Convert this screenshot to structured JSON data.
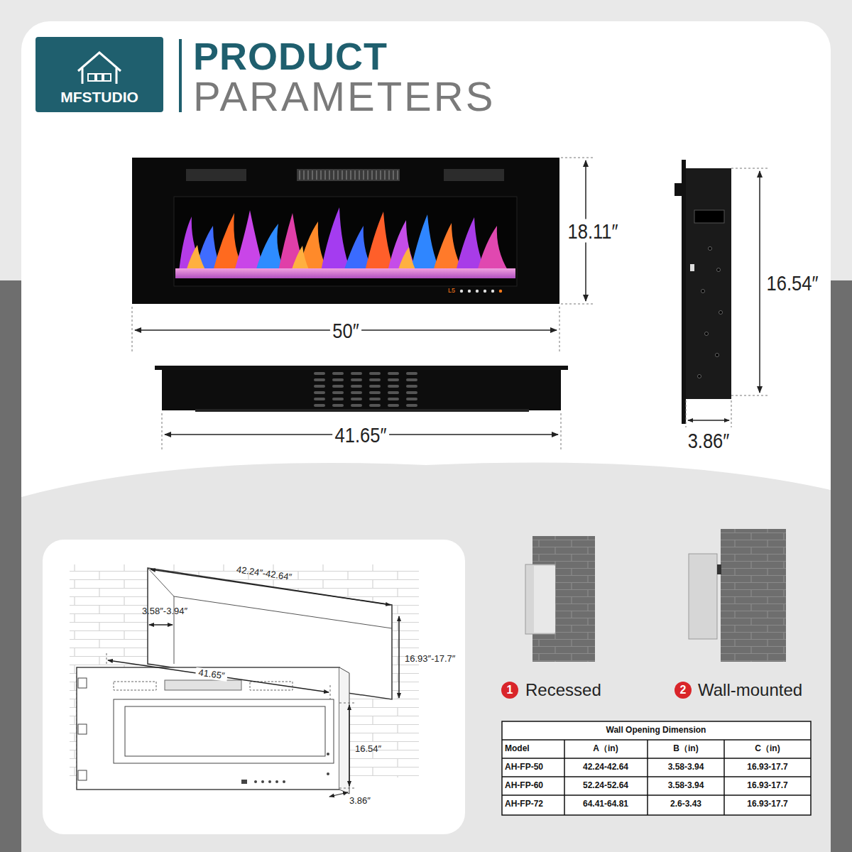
{
  "diagram": {
    "title": "PRODUCT",
    "nodes": [
      {
        "text": [
          "MFSTUDIO"
        ]
      },
      {
        "text": [
          "1"
        ]
      },
      {
        "text": [
          "2"
        ]
      }
    ],
    "labels": [
      "PARAMETERS",
      "L5",
      "18.11″",
      "50″",
      "41.65″",
      "16.54″",
      "3.86″",
      "42.24″-42.64″",
      "3.58″-3.94″",
      "16.93″-17.7″",
      "41.65″",
      "16.54″",
      "3.86″",
      "Recessed",
      "Wall-mounted",
      "Wall Opening Dimension",
      "Model",
      "A（in)",
      "B（in)",
      "C（in)",
      "AH-FP-50",
      "42.24-42.64",
      "3.58-3.94",
      "16.93-17.7",
      "AH-FP-60",
      "52.24-52.64",
      "3.58-3.94",
      "16.93-17.7",
      "AH-FP-72",
      "64.41-64.81",
      "2.6-3.43",
      "16.93-17.7"
    ]
  }
}
